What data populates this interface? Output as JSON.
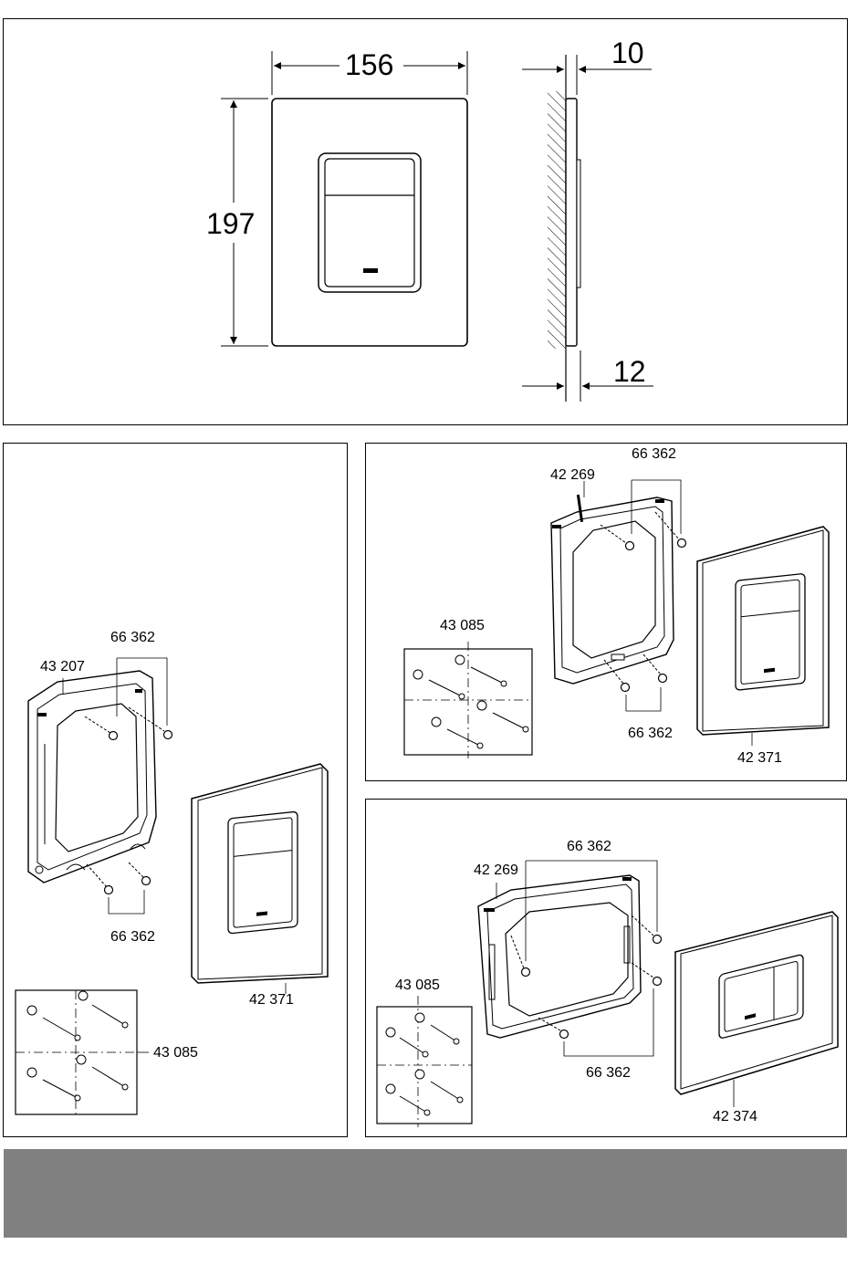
{
  "dimensions": {
    "width": "156",
    "height": "197",
    "depth_top": "10",
    "depth_bottom": "12"
  },
  "panel_left": {
    "frame_label": "43 207",
    "screws_top_label": "66 362",
    "screws_bottom_label": "66 362",
    "plate_label": "42 371",
    "kit_label": "43 085"
  },
  "panel_top_right": {
    "frame_label": "42 269",
    "screws_top_label": "66 362",
    "screws_bottom_label": "66 362",
    "plate_label": "42 371",
    "kit_label": "43 085"
  },
  "panel_bottom_right": {
    "frame_label": "42 269",
    "screws_top_label": "66 362",
    "screws_bottom_label": "66 362",
    "plate_label": "42 374",
    "kit_label": "43 085"
  }
}
